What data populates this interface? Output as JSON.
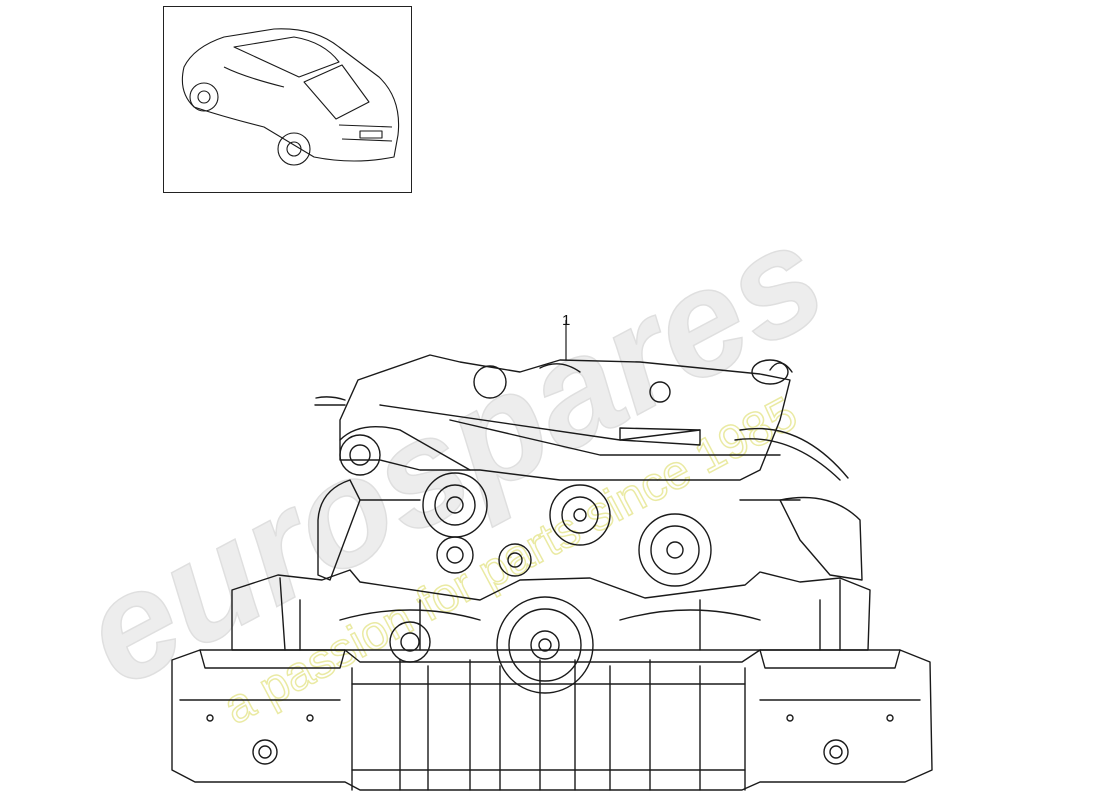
{
  "diagram": {
    "callouts": [
      {
        "id": "1",
        "label": "1"
      }
    ]
  },
  "watermark": {
    "brand": "eurospares",
    "tagline": "a passion for parts since 1985",
    "colors": {
      "brand": "#e9e9e9",
      "tagline": "#f3f3a8"
    }
  },
  "colors": {
    "line": "#1a1a1a",
    "paper": "#ffffff"
  }
}
